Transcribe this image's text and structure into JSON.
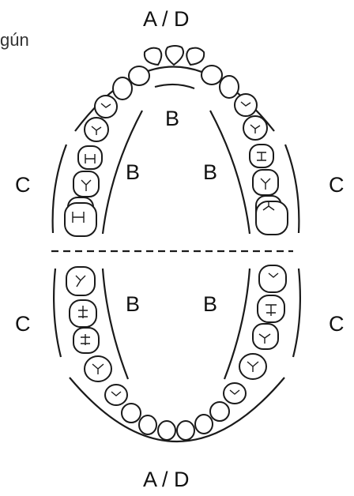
{
  "fragment_text": "gún",
  "labels": {
    "top": "A / D",
    "bottom": "A / D",
    "palate_center": "B",
    "upper_left_inner": "B",
    "upper_right_inner": "B",
    "lower_left_inner": "B",
    "lower_right_inner": "B",
    "upper_left_outer": "C",
    "upper_right_outer": "C",
    "lower_left_outer": "C",
    "lower_right_outer": "C"
  },
  "colors": {
    "line": "#1a1a1a",
    "text": "#111111",
    "background": "#ffffff"
  }
}
